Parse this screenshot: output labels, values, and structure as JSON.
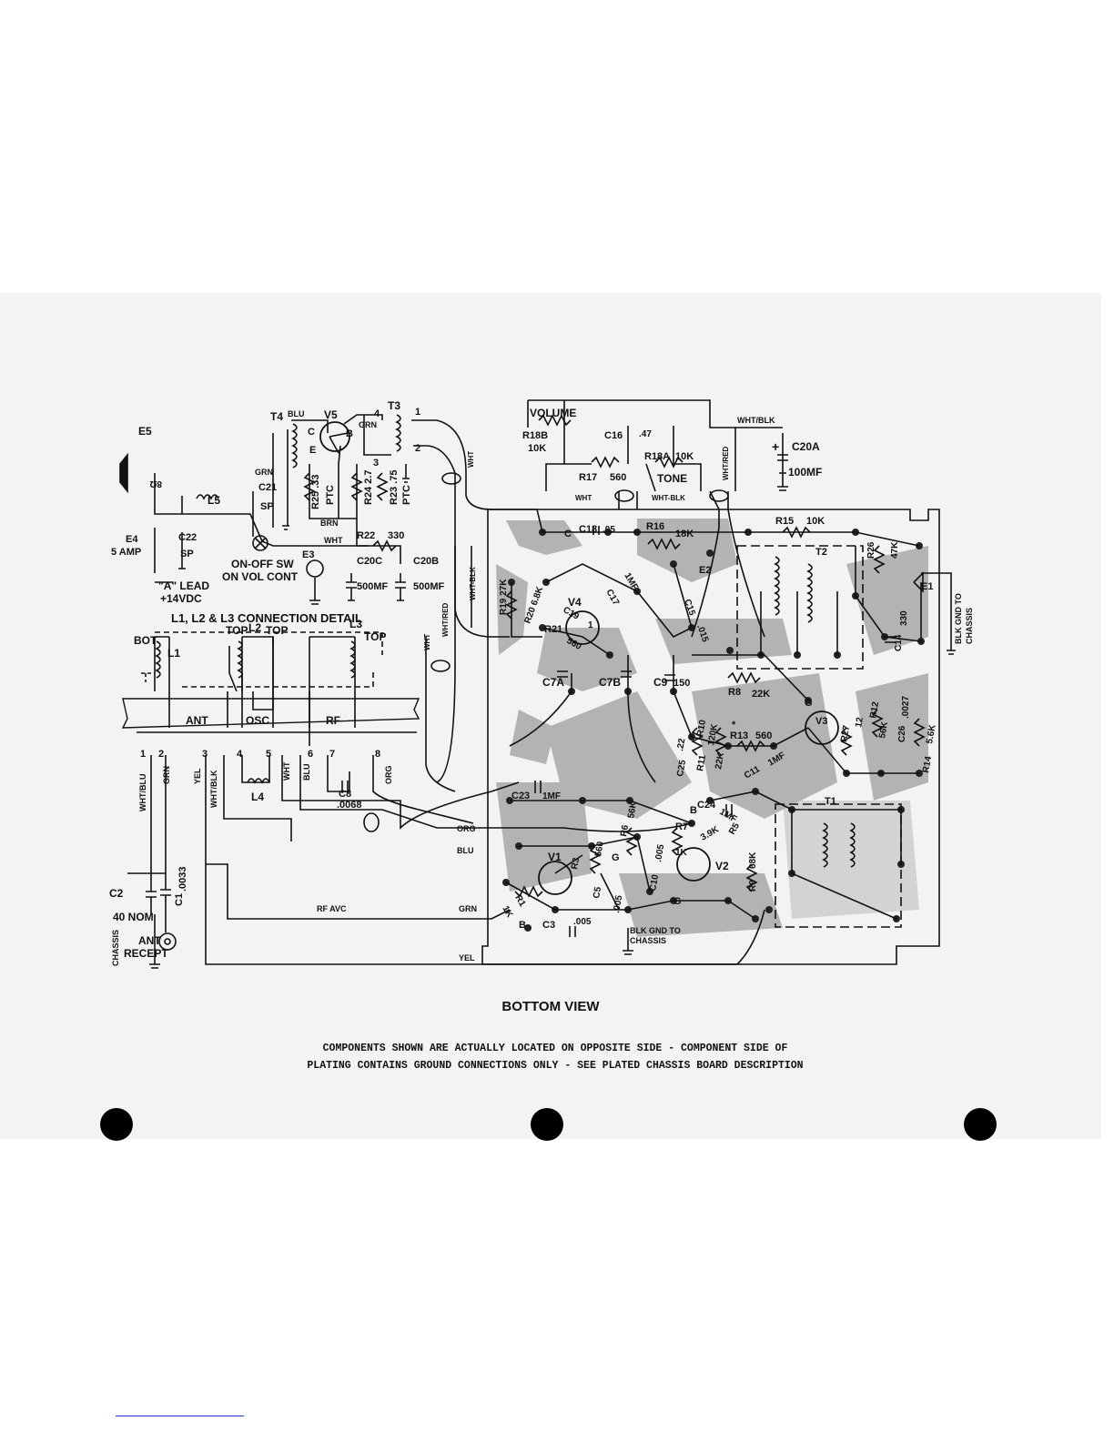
{
  "caption": {
    "title": "BOTTOM VIEW",
    "note_line1": "COMPONENTS SHOWN ARE ACTUALLY LOCATED ON OPPOSITE SIDE - COMPONENT SIDE OF",
    "note_line2": "PLATING CONTAINS GROUND CONNECTIONS ONLY - SEE PLATED CHASSIS BOARD DESCRIPTION"
  },
  "labels": {
    "t4": "T4",
    "v5": "V5",
    "t3": "T3",
    "blu": "BLU",
    "grn": "GRN",
    "c": "C",
    "b": "B",
    "e": "E",
    "n4": "4",
    "n1": "1",
    "n2": "2",
    "n3": "3",
    "e5": "E5",
    "e5b": "8Ω",
    "r25": "R25 .33",
    "ptc1": "PTC",
    "r24": "R24 2.7",
    "r23": "R23 .75",
    "ptc2": "PTC",
    "c21": "C21",
    "sp1": "SP",
    "brn": "BRN",
    "wht": "WHT",
    "l5": "L5",
    "c22": "C22",
    "sp2": "SP",
    "e4": "E4",
    "e4amp": "5 AMP",
    "r22": "R22",
    "r22v": "330",
    "e3": "E3",
    "c20c": "C20C",
    "c20cv": "500MF",
    "c20b": "C20B",
    "c20bv": "500MF",
    "onoff": "ON-OFF SW",
    "onvol": "ON VOL CONT",
    "alead": "\"A\" LEAD",
    "v14": "+14VDC",
    "conn": "L1, L2 & L3 CONNECTION DETAIL",
    "top1": "TOP",
    "l2": "L2",
    "top2": "TOP",
    "l3": "L3",
    "top3": "TOP",
    "bot": "BOT",
    "l1": "L1",
    "ant": "ANT",
    "osc": "OSC",
    "rf": "RF",
    "p1": "1",
    "p2": "2",
    "p3": "3",
    "p4": "4",
    "p5": "5",
    "p6": "6",
    "p7": "7",
    "p8": "8",
    "whtblu": "WHT/BLU",
    "grn2": "GRN",
    "yel": "YEL",
    "whtblk": "WHT/BLK",
    "wht2": "WHT",
    "blu2": "BLU",
    "org": "ORG",
    "l4": "L4",
    "c8": "C8",
    "c8v": ".0068",
    "c2": "C2",
    "c2v": "40 NOM",
    "c1": "C1",
    "c1v": ".0033",
    "chassis": "CHASSIS",
    "antrec": "ANT",
    "recept": "RECEPT",
    "volume": "VOLUME",
    "r18b": "R18B",
    "r18bv": "10K",
    "c16": "C16",
    "c16v": ".47",
    "r18a": "R18A",
    "r18av": "10K",
    "r17": "R17",
    "r17v": "560",
    "tone": "TONE",
    "wht3": "WHT",
    "whtblk2": "WHT-BLK",
    "whtblk3": "WHT/BLK",
    "whtred": "WHT/RED",
    "wht4": "WHT",
    "c20a": "C20A",
    "c20av": "100MF",
    "r15": "R15",
    "r15v": "10K",
    "t2": "T2",
    "r26": "R26",
    "r26v": "47K",
    "e1": "E1",
    "blkgnd": "BLK GND TO",
    "chassis2": "CHASSIS",
    "c14": "C14",
    "c14v": "330",
    "c18": "C18",
    "c18v": ".05",
    "r16": "R16",
    "r16v": "18K",
    "v4": "V4",
    "c17": "C17",
    "c17v": "1MF",
    "e2": "E2",
    "c15": "C15",
    "c15v": ".015",
    "r19": "R19 27K",
    "r20": "R20 6.8K",
    "c19": "C19",
    "c19v": "1",
    "r21": "R21",
    "r21v": "560",
    "whtblk4": "WHT-BLK",
    "whtred2": "WHT/RED",
    "wht5": "WHT",
    "c7a": "C7A",
    "c7b": "C7B",
    "c9": "C9",
    "c9v": "150",
    "r8": "R8",
    "r8v": "22K",
    "v3": "V3",
    "r27": "R27",
    "r27v": "12",
    "r12": "R12",
    "r12v": "56K",
    "c26": "C26",
    "c26v": ".0027",
    "r14": "R14",
    "r14v": "5.6K",
    "r10": "R10",
    "r10v": "120K",
    "r11": "R11",
    "r11v": "22K",
    "r13": "R13",
    "r13v": "560",
    "c25": "C25",
    "c25v": ".22",
    "c11": "C11",
    "c11v": "1MF",
    "c23": "C23",
    "c23v": "1MF",
    "c24": "C24",
    "c24v": "1MF",
    "t1": "T1",
    "r6": "R6",
    "r6v": "56K",
    "r7": "R7",
    "r7v": "1K",
    "r5": "R5",
    "r5v": "3.9K",
    "r9": "R9",
    "r9v": "68K",
    "v1": "V1",
    "v2": "V2",
    "r3": "R3",
    "r3v": "560",
    "c5": "C5",
    "c10": "C10",
    "c10v": ".005",
    "r1": "R1",
    "r1v": "1K",
    "c3": "C3",
    "c3v": ".005",
    "c5v": ".005",
    "org2": "ORG",
    "blu3": "BLU",
    "rfavc": "RF AVC",
    "grn3": "GRN",
    "yel2": "YEL",
    "blkgnd2": "BLK GND TO",
    "chassis3": "CHASSIS",
    "g1": "G",
    "g2": "G",
    "bb": "B",
    "star": "*",
    "plus": "+"
  },
  "colors": {
    "ink": "#111111",
    "trace": "#9a9a9a",
    "paper": "#f3f3f3",
    "page": "#ffffff"
  }
}
